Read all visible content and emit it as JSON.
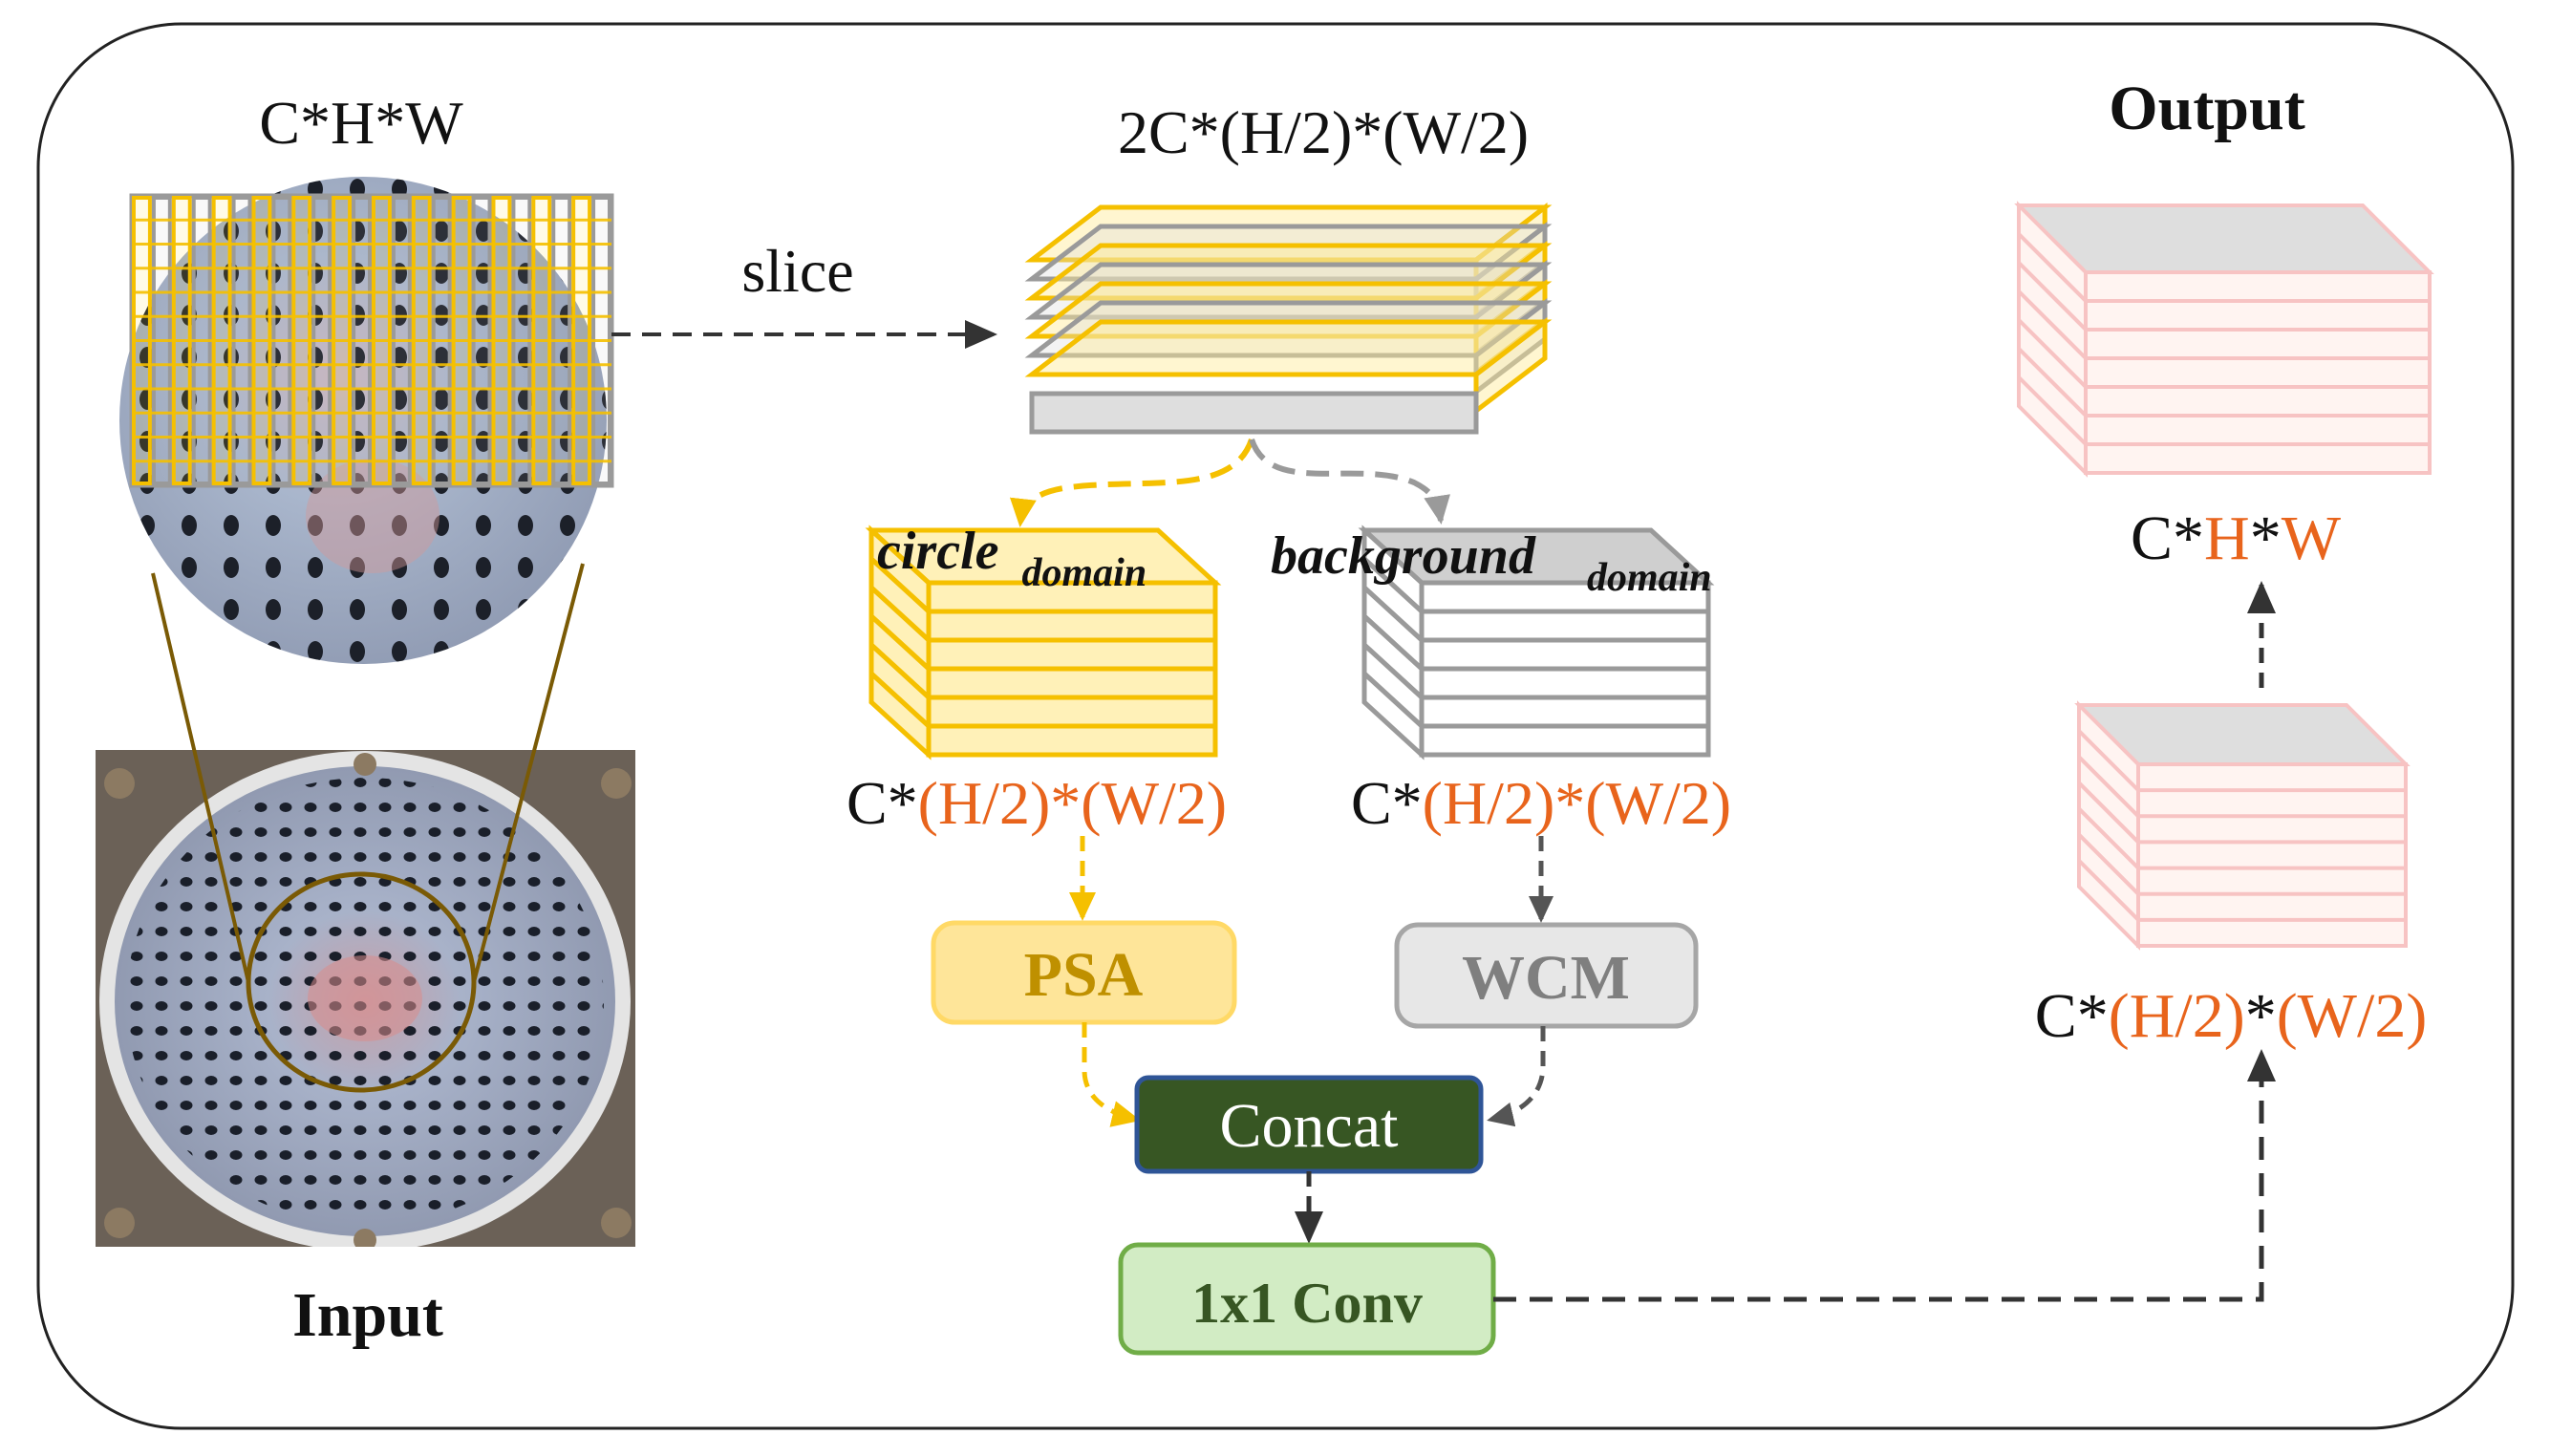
{
  "labels": {
    "input_dims": "C*H*W",
    "input_caption": "Input",
    "slice": "slice",
    "slice_dims": "2C*(H/2)*(W/2)",
    "circle_word": "circle",
    "circle_sub": "domain",
    "background_word": "background",
    "background_sub": "domain",
    "circle_dims_prefix": "C*",
    "circle_dims_colored": "(H/2)*(W/2)",
    "bg_dims_prefix": "C*",
    "bg_dims_colored": "(H/2)*(W/2)",
    "output_title": "Output",
    "out_dims_c": "C*",
    "out_dims_h": "H",
    "out_dims_star": "*",
    "out_dims_w": "W",
    "mid_dims_c": "C*",
    "mid_dims_h": "(H/2)",
    "mid_dims_star": "*",
    "mid_dims_w": "(W/2)"
  },
  "blocks": {
    "psa": "PSA",
    "wcm": "WCM",
    "concat": "Concat",
    "conv": "1x1 Conv"
  },
  "colors": {
    "yellow": "#f5c000",
    "yellow_fill": "#fff1b8",
    "gray": "#9a9a9a",
    "gray_fill": "#eeeeee",
    "pink": "#f7c3c3",
    "pink_fill": "#fff4f1",
    "orange_text": "#e8641c",
    "concat_fill": "#375623",
    "concat_border": "#2f5597",
    "conv_fill": "#d2ecc4",
    "conv_border": "#70ad47",
    "psa_text": "#bf9000",
    "wcm_text": "#7f7f7f"
  }
}
